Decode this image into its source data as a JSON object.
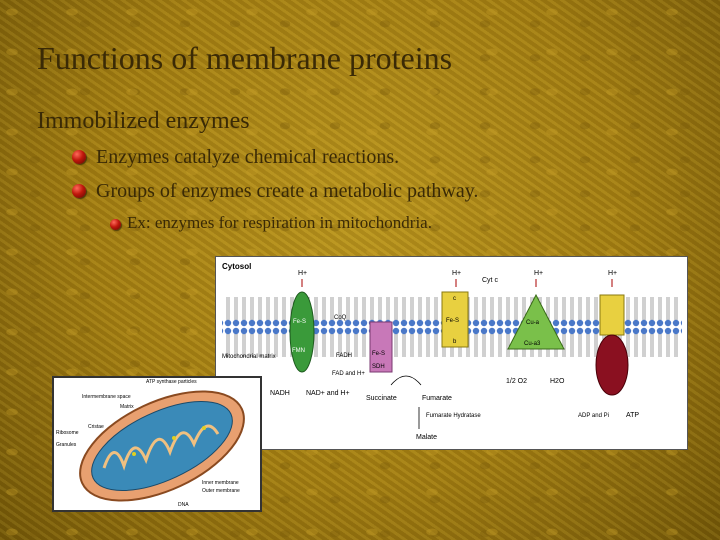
{
  "slide": {
    "title": "Functions of membrane proteins",
    "heading": "Immobilized enzymes",
    "bullets": [
      "Enzymes catalyze chemical reactions.",
      "Groups of enzymes create a metabolic pathway."
    ],
    "sub_bullet": "Ex: enzymes for respiration in mitochondria."
  },
  "diagram": {
    "cytosol_label": "Cytosol",
    "matrix_label": "Mitochondrial matrix",
    "h_plus": "H+",
    "cytc": "Cyt c",
    "feS_1": "Fe-S",
    "coq": "CoQ",
    "feS_2": "Fe-S",
    "feS_3": "Fe-S",
    "b": "b",
    "c": "c",
    "cua": "Cu-a",
    "cua3": "Cu-a3",
    "fmn": "FMN",
    "fadh": "FADH",
    "fad": "FAD and H+",
    "sdh": "SDH",
    "nadh": "NADH",
    "nad": "NAD+ and H+",
    "succinate": "Succinate",
    "fumarate": "Fumarate",
    "fum_hydratase": "Fumarate Hydratase",
    "malate": "Malate",
    "o2": "1/2 O2",
    "h2o": "H2O",
    "adp": "ADP and Pi",
    "atp": "ATP"
  },
  "mito": {
    "intermembrane": "Intermembrane space",
    "matrix": "Matrix",
    "cristae": "Cristae",
    "ribosome": "Ribosome",
    "granules": "Granules",
    "top_label": "ATP synthase particles",
    "inner": "Inner membrane",
    "outer": "Outer membrane",
    "dna": "DNA"
  },
  "colors": {
    "text": "#3a2a06",
    "bullet": "#c0180c",
    "green_protein": "#3a9a3a",
    "pink_protein": "#c878b8",
    "yellow_protein": "#e8d040",
    "red_protein": "#8a1020"
  }
}
